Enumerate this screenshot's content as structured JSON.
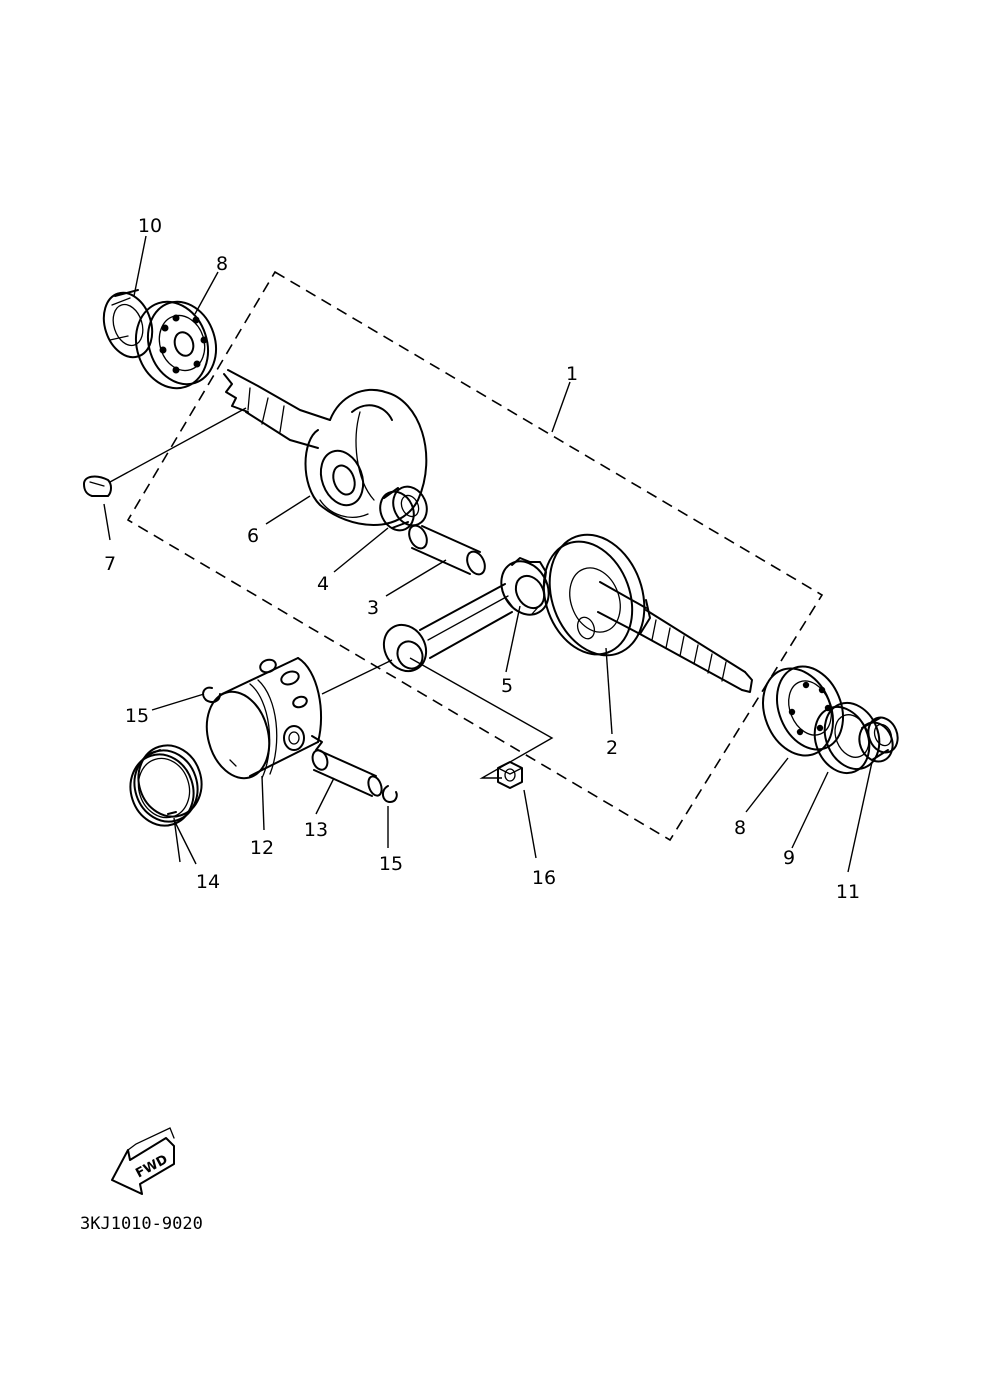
{
  "callouts": {
    "c1": "1",
    "c2": "2",
    "c3": "3",
    "c4": "4",
    "c5": "5",
    "c6": "6",
    "c7": "7",
    "c8a": "8",
    "c8b": "8",
    "c9": "9",
    "c10": "10",
    "c11": "11",
    "c12": "12",
    "c13": "13",
    "c14": "14",
    "c15a": "15",
    "c15b": "15",
    "c16": "16"
  },
  "fwd_label": "FWD",
  "part_code": "3KJ1010-9020"
}
